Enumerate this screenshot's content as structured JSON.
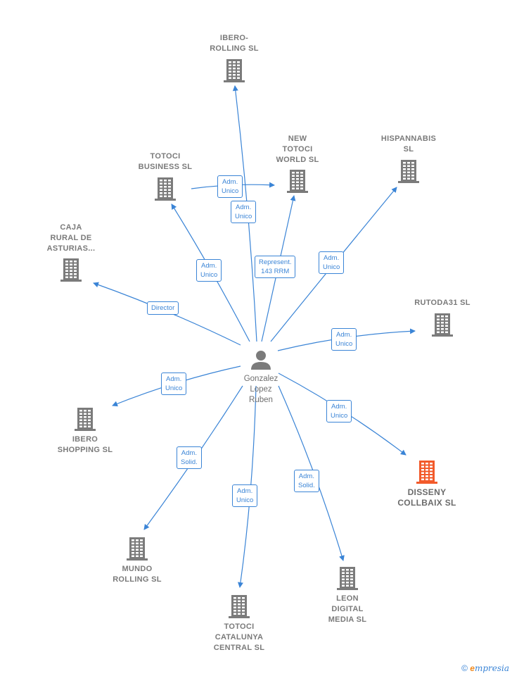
{
  "person": {
    "name": "Gonzalez\nLopez\nRuben"
  },
  "companies": [
    {
      "id": "ibero_rolling",
      "label": "IBERO-\nROLLING  SL"
    },
    {
      "id": "new_totoci",
      "label": "NEW\nTOTOCI\nWORLD  SL"
    },
    {
      "id": "hispannabis",
      "label": "HISPANNABIS\nSL"
    },
    {
      "id": "totoci_business",
      "label": "TOTOCI\nBUSINESS  SL"
    },
    {
      "id": "caja_rural",
      "label": "CAJA\nRURAL DE\nASTURIAS..."
    },
    {
      "id": "rutoda31",
      "label": "RUTODA31 SL"
    },
    {
      "id": "ibero_shopping",
      "label": "IBERO\nSHOPPING  SL"
    },
    {
      "id": "disseny",
      "label": "DISSENY\nCOLLBAIX  SL"
    },
    {
      "id": "mundo_rolling",
      "label": "MUNDO\nROLLING  SL"
    },
    {
      "id": "leon_digital",
      "label": "LEON\nDIGITAL\nMEDIA  SL"
    },
    {
      "id": "totoci_catalunya",
      "label": "TOTOCI\nCATALUNYA\nCENTRAL  SL"
    }
  ],
  "relations": [
    {
      "target": "ibero_rolling",
      "label": "Adm.\nUnico"
    },
    {
      "target": "new_totoci",
      "label": "Represent.\n143 RRM"
    },
    {
      "target": "hispannabis",
      "label": "Adm.\nUnico"
    },
    {
      "target": "totoci_business",
      "label": "Adm.\nUnico"
    },
    {
      "target": "caja_rural",
      "label": "Director"
    },
    {
      "target": "rutoda31",
      "label": "Adm.\nUnico"
    },
    {
      "target": "ibero_shopping",
      "label": "Adm.\nUnico"
    },
    {
      "target": "disseny",
      "label": "Adm.\nUnico"
    },
    {
      "target": "mundo_rolling",
      "label": "Adm.\nSolid."
    },
    {
      "target": "leon_digital",
      "label": "Adm.\nSolid."
    },
    {
      "target": "totoci_catalunya",
      "label": "Adm.\nUnico"
    },
    {
      "target": "new_totoci",
      "label": "Adm.\nUnico"
    }
  ],
  "colors": {
    "link": "#3a84d6",
    "building": "#7b7b7b",
    "highlight": "#f25a2b"
  },
  "footer": {
    "copyright": "©",
    "brand_initial": "e",
    "brand_rest": "mpresia"
  }
}
